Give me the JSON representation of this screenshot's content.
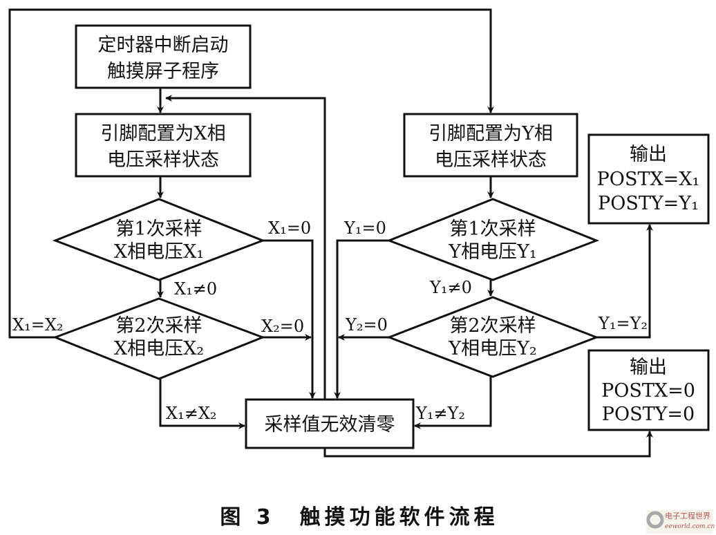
{
  "nodes": {
    "start": [
      "定时器中断启动",
      "触摸屏子程序"
    ],
    "x_config": [
      "引脚配置为X相",
      "电压采样状态"
    ],
    "x_sample1": [
      "第1次采样",
      "X相电压X₁"
    ],
    "x_sample2": [
      "第2次采样",
      "X相电压X₂"
    ],
    "clear": [
      "采样值无效清零"
    ],
    "y_config": [
      "引脚配置为Y相",
      "电压采样状态"
    ],
    "y_sample1": [
      "第1次采样",
      "Y相电压Y₁"
    ],
    "y_sample2": [
      "第2次采样",
      "Y相电压Y₂"
    ],
    "output_valid": [
      "输出",
      "POSTX=X₁",
      "POSTY=Y₁"
    ],
    "output_zero": [
      "输出",
      "POSTX=0",
      "POSTY=0"
    ]
  },
  "edges": {
    "x1_zero": "X₁=0",
    "x1_nonzero": "X₁≠0",
    "x2_zero": "X₂=0",
    "x1_eq_x2": "X₁=X₂",
    "x1_ne_x2": "X₁≠X₂",
    "y1_zero": "Y₁=0",
    "y1_nonzero": "Y₁≠0",
    "y2_zero": "Y₂=0",
    "y1_eq_y2": "Y₁=Y₂",
    "y1_ne_y2": "Y₁≠Y₂"
  },
  "caption": "图 3　触摸功能软件流程",
  "watermark": {
    "name": "电子工程世界",
    "url_text": "eeworld.com.cn"
  }
}
